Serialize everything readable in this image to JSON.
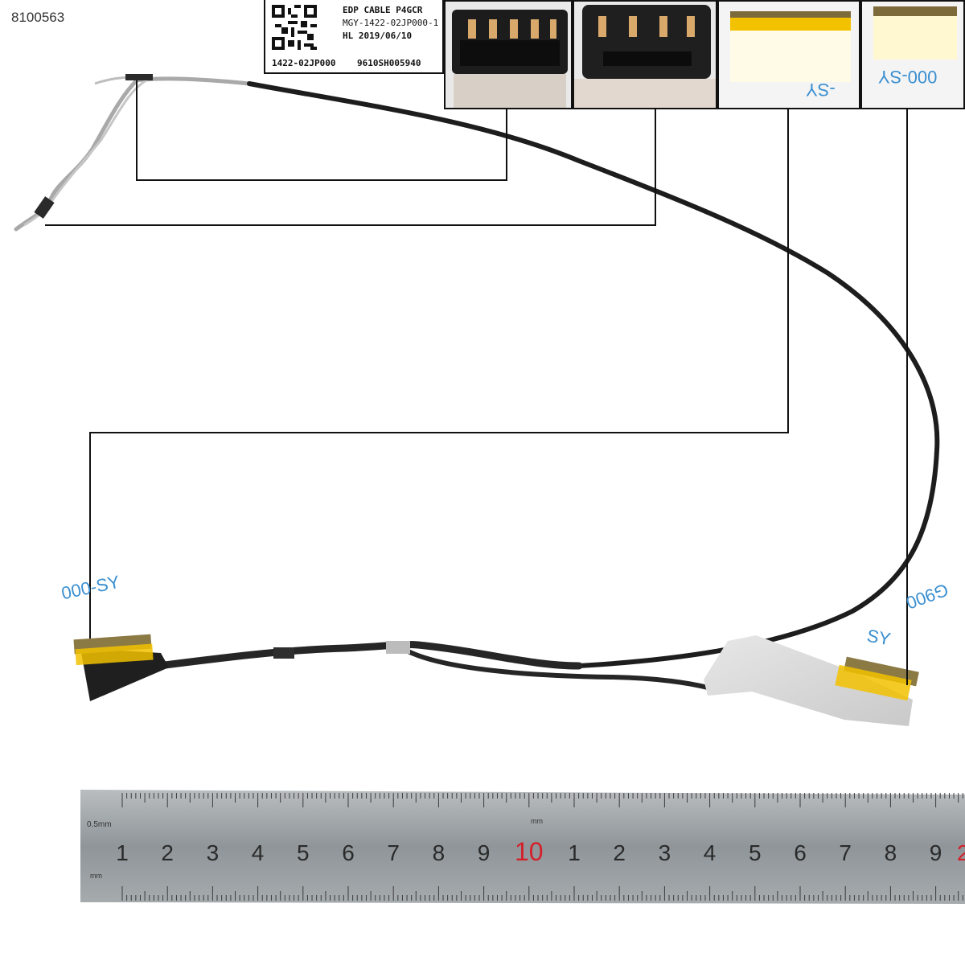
{
  "product": {
    "sku": "8100563"
  },
  "label": {
    "line1": "EDP CABLE P4GCR",
    "line2": "MGY-1422-02JP000-1",
    "line3": "HL 2019/06/10",
    "part_number": "1422-02JP000",
    "serial": "9610SH005940"
  },
  "thumbnails": [
    {
      "watermark": ""
    },
    {
      "watermark": ""
    },
    {
      "watermark": "-SY"
    },
    {
      "watermark": "000-SY"
    }
  ],
  "watermarks": {
    "left": "000-SY",
    "right_top": "G900",
    "right_bottom": "SY"
  },
  "ruler": {
    "unit_small": "0.5mm",
    "unit_mm": "mm",
    "unit_side": "mm",
    "numbers_first": [
      "1",
      "2",
      "3",
      "4",
      "5",
      "6",
      "7",
      "8",
      "9"
    ],
    "ten": "10",
    "numbers_second": [
      "1",
      "2",
      "3",
      "4",
      "5",
      "6",
      "7",
      "8",
      "9"
    ],
    "end": "2"
  },
  "colors": {
    "ten_highlight": "#d4202a",
    "watermark": "#3a8fd0",
    "cable": "#1d1d1d"
  }
}
